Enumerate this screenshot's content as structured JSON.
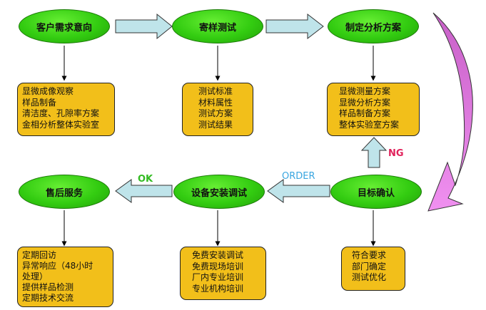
{
  "nodes": {
    "customer_intent": "客户需求意向",
    "sample_test": "寄样测试",
    "plan": "制定分析方案",
    "target_confirm": "目标确认",
    "install_debug": "设备安装调试",
    "after_sales": "售后服务"
  },
  "boxes": {
    "customer_intent": [
      "显微成像观察",
      "样品制备",
      "清洁度、孔隙率方案",
      "金相分析整体实验室"
    ],
    "sample_test": [
      "测试标准",
      "材料属性",
      "测试方案",
      "测试结果"
    ],
    "plan": [
      "显微测量方案",
      "显微分析方案",
      "样品制备方案",
      "整体实验室方案"
    ],
    "target_confirm": [
      "符合要求",
      "部门确定",
      "测试优化"
    ],
    "install_debug": [
      "免费安装调试",
      "免费现场培训",
      "厂内专业培训",
      "专业机构培训"
    ],
    "after_sales": [
      "定期回访",
      "异常响应（48小时",
      "处理）",
      "提供样品检测",
      "定期技术交流"
    ]
  },
  "labels": {
    "ng": "NG",
    "order": "ORDER",
    "ok": "OK"
  },
  "colors": {
    "node_green": "#33cc11",
    "box_yellow": "#f2bf1a",
    "arrow_fill": "#bfe4ea",
    "curve_magenta": "#e070e0",
    "ng_color": "#e0205a",
    "order_color": "#3aa6e0",
    "ok_color": "#33bb22"
  }
}
